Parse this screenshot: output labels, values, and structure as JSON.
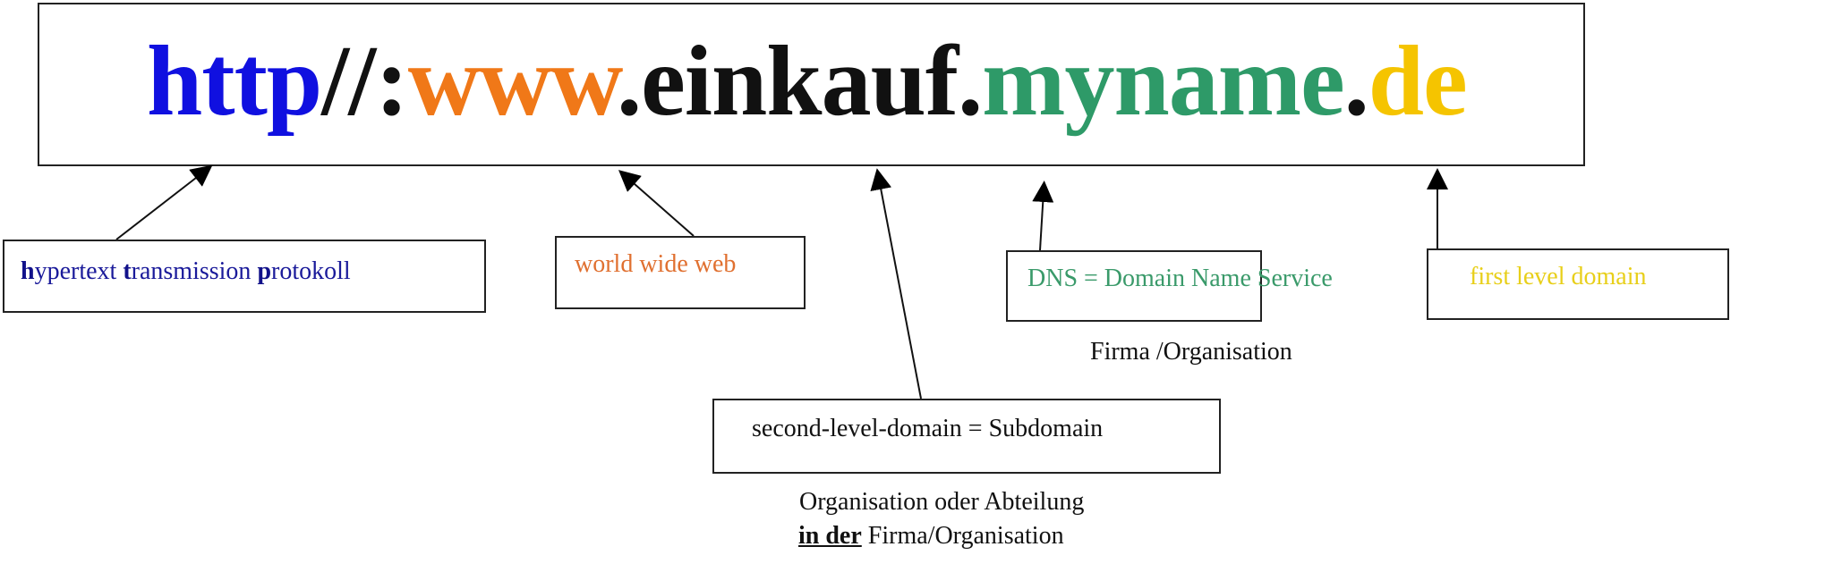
{
  "url": {
    "parts": [
      {
        "text": "http",
        "color": "#1010e0"
      },
      {
        "text": "//:",
        "color": "#111111"
      },
      {
        "text": "www",
        "color": "#f07818"
      },
      {
        "text": ".einkauf.",
        "color": "#111111"
      },
      {
        "text": "myname",
        "color": "#2e9a68"
      },
      {
        "text": ".",
        "color": "#111111"
      },
      {
        "text": "de",
        "color": "#f5c400"
      }
    ]
  },
  "labels": {
    "protocol": {
      "prefix_h": "h",
      "rest1": "ypertext ",
      "prefix_t": "t",
      "rest2": "ransmission ",
      "prefix_p": "p",
      "rest3": "rotokoll",
      "color": "#1a1a9a"
    },
    "www": {
      "text": "world wide web",
      "color": "#e07030"
    },
    "dns": {
      "text": "DNS = Domain Name Service",
      "color": "#3a9a6a"
    },
    "tld": {
      "text": "first level domain",
      "color": "#e8cf1a"
    },
    "sld": {
      "text": "second-level-domain = Subdomain",
      "color": "#111111"
    }
  },
  "captions": {
    "dns_caption": "Firma /Organisation",
    "sld_caption_line1": "Organisation oder Abteilung",
    "sld_caption_line2_underlined": "in der",
    "sld_caption_line2_rest": " Firma/Organisation"
  }
}
